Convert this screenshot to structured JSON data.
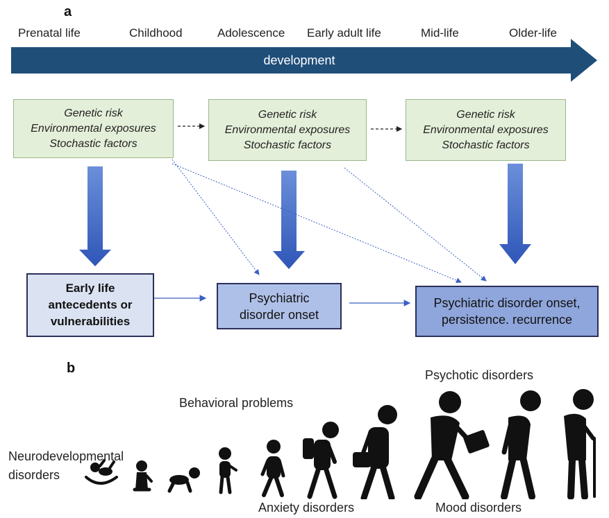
{
  "panel_a": {
    "label": "a",
    "stages": [
      "Prenatal life",
      "Childhood",
      "Adolescence",
      "Early adult life",
      "Mid-life",
      "Older-life"
    ],
    "arrow_label": "development",
    "factor_boxes": [
      {
        "line1": "Genetic risk",
        "line2": "Environmental exposures",
        "line3": "Stochastic factors"
      },
      {
        "line1": "Genetic risk",
        "line2": "Environmental exposures",
        "line3": "Stochastic factors"
      },
      {
        "line1": "Genetic risk",
        "line2": "Environmental exposures",
        "line3": "Stochastic factors"
      }
    ],
    "outcomes": {
      "early": {
        "line1": "Early life",
        "line2": "antecedents or",
        "line3": "vulnerabilities"
      },
      "onset": {
        "line1": "Psychiatric",
        "line2": "disorder onset"
      },
      "persistence": {
        "line1": "Psychiatric disorder onset,",
        "line2": "persistence. recurrence"
      }
    },
    "colors": {
      "development_arrow": "#1f4e79",
      "factor_fill": "#e4efd9",
      "big_arrow": "#3a5fc4",
      "outcome_fill_light": "#dbe3f3",
      "outcome_fill_dark": "#8fa6dc"
    }
  },
  "panel_b": {
    "label": "b",
    "neuro_line1": "Neurodevelopmental",
    "neuro_line2": "disorders",
    "behavioral": "Behavioral problems",
    "anxiety": "Anxiety disorders",
    "psychotic": "Psychotic disorders",
    "mood": "Mood disorders",
    "figures": [
      "baby-lying-icon",
      "baby-sitting-icon",
      "baby-crawling-icon",
      "toddler-icon",
      "child-walking-icon",
      "child-backpack-icon",
      "teen-bag-icon",
      "adult-briefcase-icon",
      "middle-aged-walking-icon",
      "elderly-cane-icon"
    ]
  }
}
